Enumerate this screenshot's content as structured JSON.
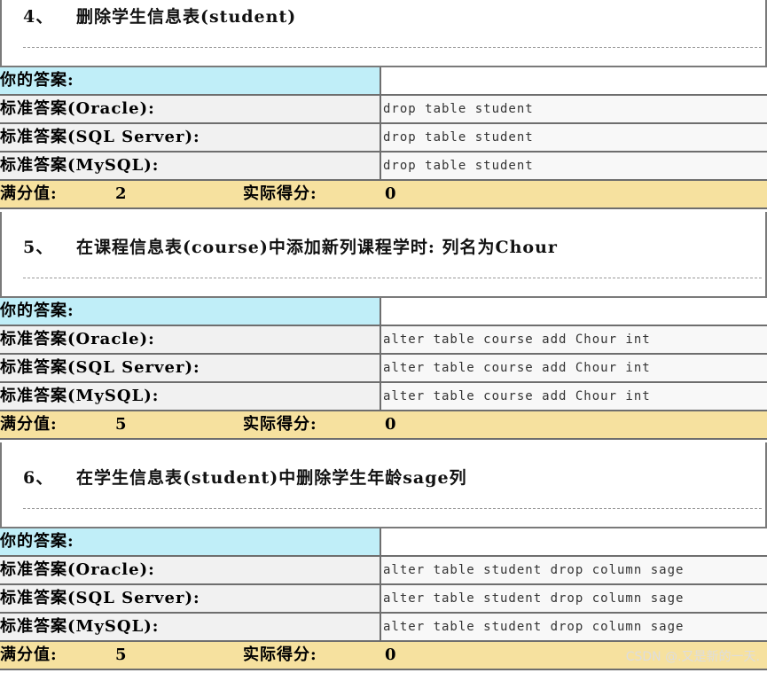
{
  "labels": {
    "yours": "你的答案:",
    "oracle": "标准答案(Oracle):",
    "sqlserver": "标准答案(SQL Server):",
    "mysql": "标准答案(MySQL):",
    "full": "满分值:",
    "actual": "实际得分:"
  },
  "questions": [
    {
      "num": "4、",
      "title": "删除学生信息表(student)",
      "yours": "",
      "oracle": "drop table student",
      "sqlserver": "drop table student",
      "mysql": "drop table student",
      "full": "2",
      "actual": "0"
    },
    {
      "num": "5、",
      "title": "在课程信息表(course)中添加新列课程学时: 列名为Chour",
      "yours": "",
      "oracle": "alter table course add Chour int",
      "sqlserver": "alter table course add Chour int",
      "mysql": "alter table course add Chour int",
      "full": "5",
      "actual": "0"
    },
    {
      "num": "6、",
      "title": "在学生信息表(student)中删除学生年龄sage列",
      "yours": "",
      "oracle": "alter table student drop column sage",
      "sqlserver": "alter table student drop column sage",
      "mysql": "alter table student drop column sage",
      "full": "5",
      "actual": "0"
    }
  ],
  "watermark": "CSDN @.又是新的一天."
}
